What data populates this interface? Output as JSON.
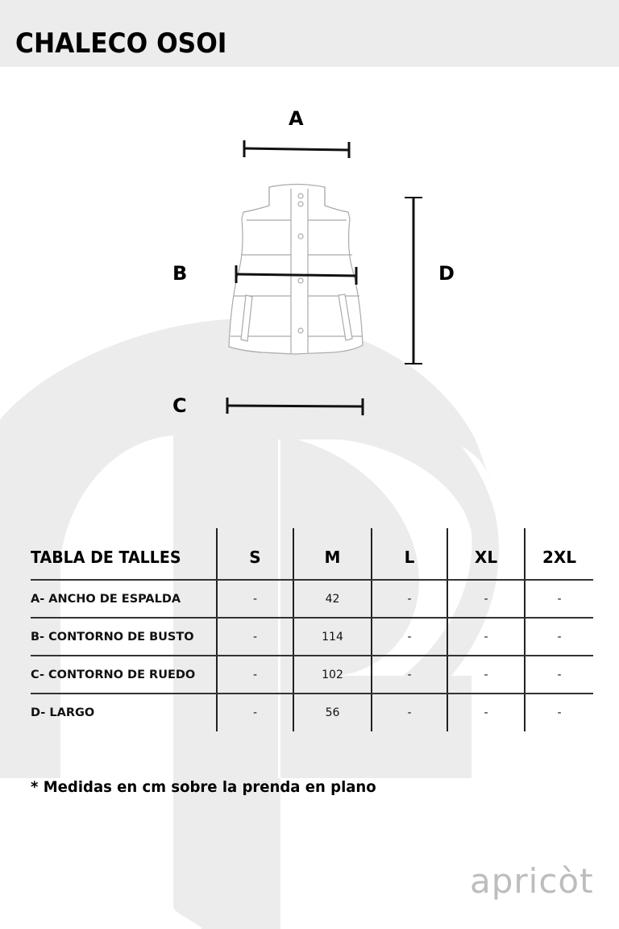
{
  "header": {
    "title": "CHALECO OSOI"
  },
  "diagram": {
    "labels": {
      "a": "A",
      "b": "B",
      "c": "C",
      "d": "D"
    },
    "garment": "sleeveless-puffer-vest-icon"
  },
  "table": {
    "title": "TABLA DE TALLES",
    "sizes": [
      "S",
      "M",
      "L",
      "XL",
      "2XL"
    ],
    "rows": [
      {
        "label": "A- ANCHO DE ESPALDA",
        "values": [
          "-",
          "42",
          "-",
          "-",
          "-"
        ]
      },
      {
        "label": "B- CONTORNO DE BUSTO",
        "values": [
          "-",
          "114",
          "-",
          "-",
          "-"
        ]
      },
      {
        "label": "C- CONTORNO DE RUEDO",
        "values": [
          "-",
          "102",
          "-",
          "-",
          "-"
        ]
      },
      {
        "label": "D- LARGO",
        "values": [
          "-",
          "56",
          "-",
          "-",
          "-"
        ]
      }
    ]
  },
  "note": "* Medidas en cm sobre la prenda en plano",
  "brand": {
    "name": "apricòt",
    "color": "#bdbdbd"
  },
  "colors": {
    "header_bg": "#ececec",
    "watermark": "#ececec",
    "text": "#000000"
  }
}
